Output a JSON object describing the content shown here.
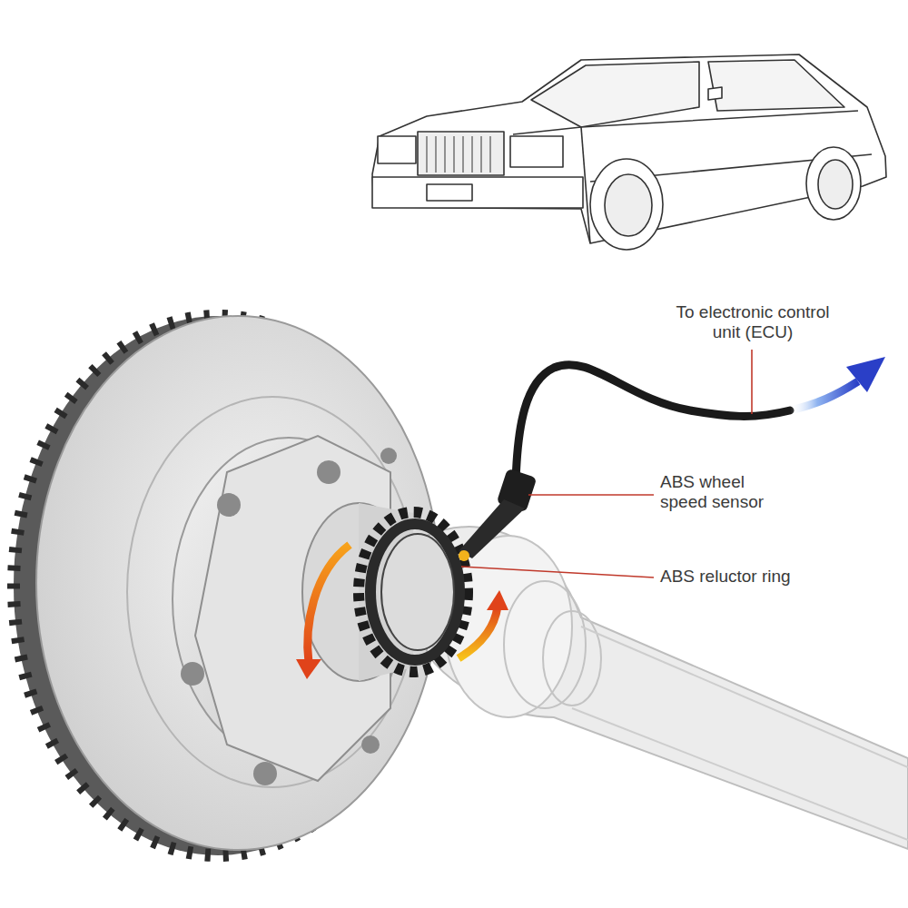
{
  "diagram": {
    "labels": [
      "To electronic control unit (ECU)",
      "ABS wheel speed sensor",
      "ABS reluctor ring"
    ]
  }
}
